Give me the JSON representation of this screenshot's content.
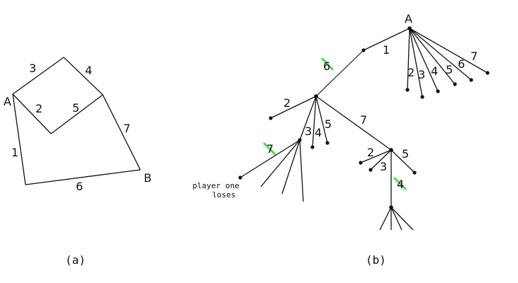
{
  "figure_a": {
    "caption": "(a)",
    "vertex_labels": {
      "start": "A",
      "end": "B"
    },
    "edge_labels": {
      "e1": "1",
      "e2": "2",
      "e3": "3",
      "e4": "4",
      "e5": "5",
      "e6": "6",
      "e7": "7"
    }
  },
  "figure_b": {
    "caption": "(b)",
    "root_label": "A",
    "root_branch": {
      "e1": "1",
      "e2": "2",
      "e3": "3",
      "e4": "4",
      "e5": "5",
      "e6": "6",
      "e7": "7"
    },
    "level1": {
      "e6": "6",
      "e2": "2",
      "e3": "3",
      "e4": "4",
      "e5": "5",
      "e7": "7"
    },
    "level2_left": {
      "e7": "7",
      "outcome": "player one\nloses"
    },
    "level2_right": {
      "e2": "2",
      "e3": "3",
      "e4": "4",
      "e5": "5"
    },
    "outcome_line1": "player one",
    "outcome_line2": "loses"
  },
  "colors": {
    "line": "#111111",
    "cut_mark": "#44dd55",
    "background": "#ffffff"
  }
}
